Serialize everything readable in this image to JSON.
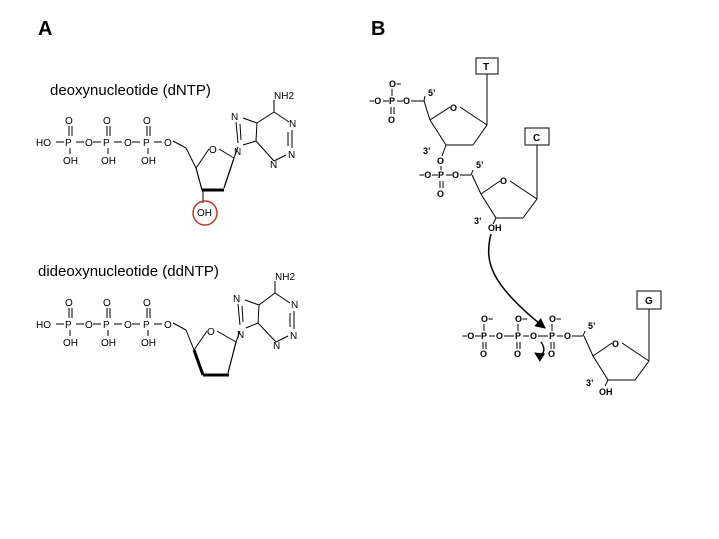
{
  "panels": {
    "a_label": "A",
    "b_label": "B"
  },
  "captions": {
    "dntp": "deoxynucleotide (dNTP)",
    "ddntp": "dideoxynucleotide (ddNTP)"
  },
  "atoms": {
    "ho": "HO",
    "p": "P",
    "o": "O",
    "oh": "OH",
    "n": "N",
    "nh2": "NH2",
    "o_minus": "O−",
    "minus_o": "−O",
    "three_prime": "3’",
    "five_prime": "5’"
  },
  "bases": {
    "t": "T",
    "c": "C",
    "g": "G"
  },
  "highlight_color": "#c0392b"
}
